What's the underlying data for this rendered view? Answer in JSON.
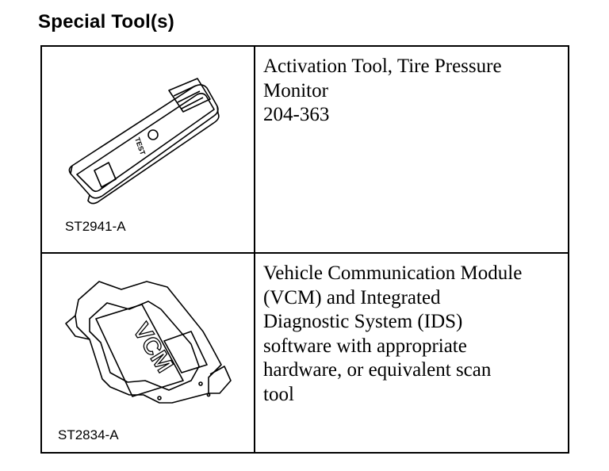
{
  "heading": "Special Tool(s)",
  "tools": [
    {
      "figure_id": "ST2941-A",
      "icon": "tpms-activation-tool-icon",
      "description_lines": [
        "Activation Tool, Tire Pressure",
        "Monitor",
        "204-363"
      ]
    },
    {
      "figure_id": "ST2834-A",
      "icon": "vcm-module-icon",
      "description_lines": [
        "Vehicle Communication Module",
        "(VCM) and Integrated",
        "Diagnostic System (IDS)",
        "software with appropriate",
        "hardware, or equivalent scan",
        "tool"
      ]
    }
  ],
  "illustration_text": {
    "test_button_label": "TEST",
    "vcm_label": "VCM"
  }
}
